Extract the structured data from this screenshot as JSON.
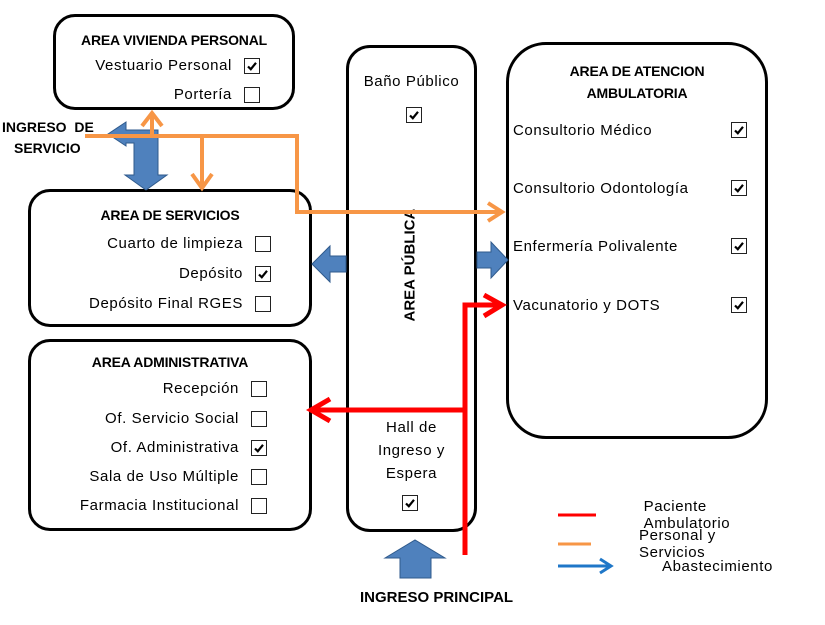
{
  "colors": {
    "patient": "#ff0000",
    "staff": "#f79646",
    "supply": "#4f81bd",
    "supply_line": "#1f77c8"
  },
  "areas": {
    "vivienda": {
      "title": "AREA VIVIENDA PERSONAL",
      "items": [
        {
          "label": "Vestuario Personal",
          "checked": true
        },
        {
          "label": "Portería",
          "checked": false
        }
      ]
    },
    "servicios": {
      "title": "AREA DE SERVICIOS",
      "items": [
        {
          "label": "Cuarto de limpieza",
          "checked": false
        },
        {
          "label": "Depósito",
          "checked": true
        },
        {
          "label": "Depósito Final RGES",
          "checked": false
        }
      ]
    },
    "administrativa": {
      "title": "AREA ADMINISTRATIVA",
      "items": [
        {
          "label": "Recepción",
          "checked": false
        },
        {
          "label": "Of. Servicio Social",
          "checked": false
        },
        {
          "label": "Of. Administrativa",
          "checked": true
        },
        {
          "label": "Sala de Uso Múltiple",
          "checked": false
        },
        {
          "label": "Farmacia Institucional",
          "checked": false
        }
      ]
    },
    "publica": {
      "title": "AREA PÚBLICA",
      "bano": {
        "label": "Baño Público",
        "checked": true
      },
      "hall": {
        "label_lines": [
          "Hall de",
          "Ingreso y",
          "Espera"
        ],
        "checked": true
      }
    },
    "ambulatoria": {
      "title_lines": [
        "AREA DE ATENCION",
        "AMBULATORIA"
      ],
      "items": [
        {
          "label": "Consultorio Médico",
          "checked": true
        },
        {
          "label": "Consultorio Odontología",
          "checked": true
        },
        {
          "label": "Enfermería Polivalente",
          "checked": true
        },
        {
          "label": "Vacunatorio y DOTS",
          "checked": true
        }
      ]
    }
  },
  "entrances": {
    "service": [
      "INGRESO  DE",
      "SERVICIO"
    ],
    "main": "INGRESO PRINCIPAL"
  },
  "legend": [
    {
      "label": "Paciente Ambulatorio",
      "color_key": "patient"
    },
    {
      "label": "Personal y Servicios",
      "color_key": "staff"
    },
    {
      "label": "Abastecimiento",
      "color_key": "supply_line"
    }
  ]
}
